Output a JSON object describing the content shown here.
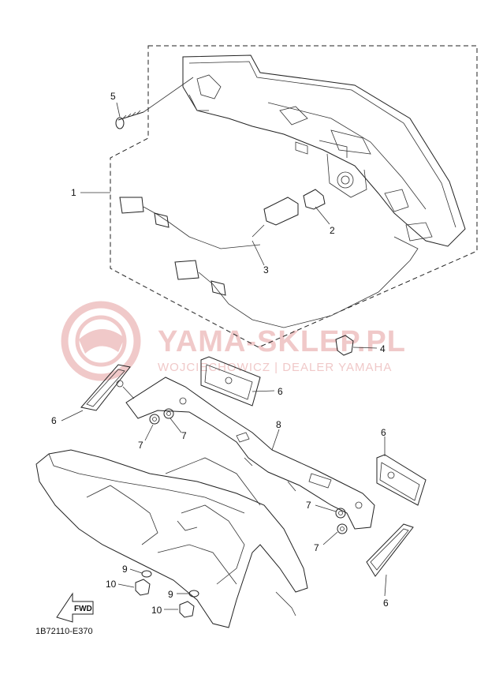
{
  "watermark": {
    "title": "YAMA-SKLEP.PL",
    "subtitle": "WOJCIECHOWICZ | DEALER YAMAHA",
    "color": "#e8b4b4"
  },
  "diagram_code": "1B72110-E370",
  "fwd_label": "FWD",
  "callouts": [
    "1",
    "2",
    "3",
    "4",
    "5",
    "6",
    "6",
    "6",
    "6",
    "7",
    "7",
    "7",
    "7",
    "8",
    "9",
    "9",
    "10",
    "10"
  ]
}
